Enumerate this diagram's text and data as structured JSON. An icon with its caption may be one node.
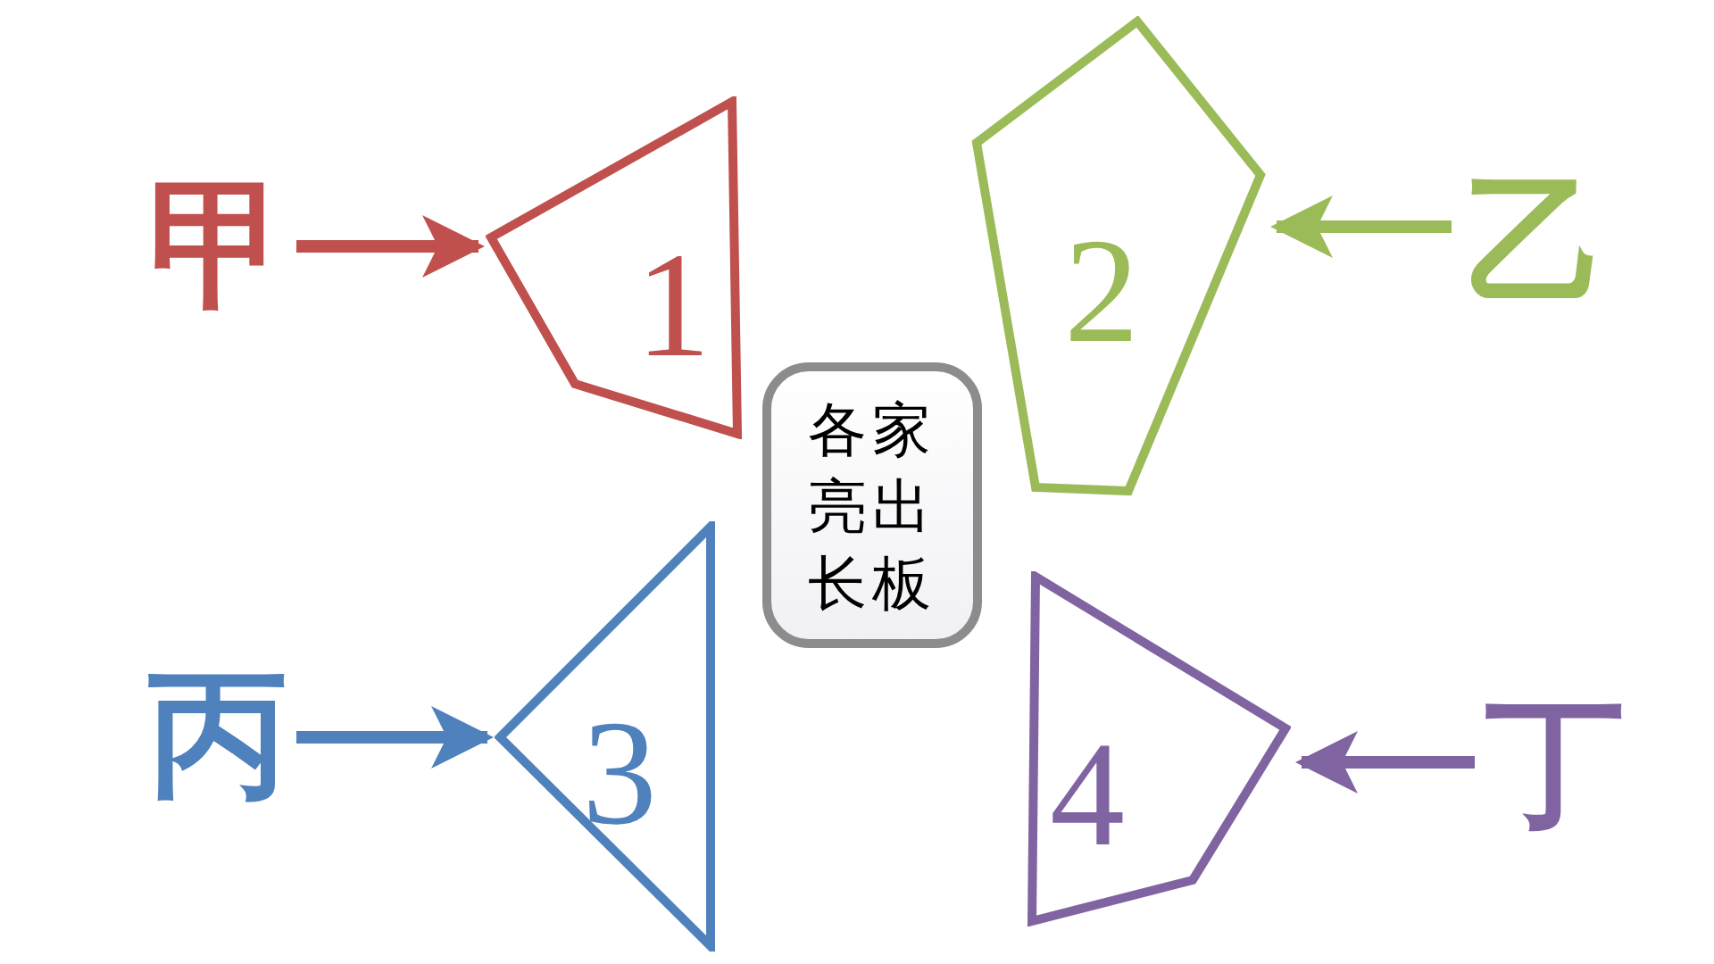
{
  "diagram": {
    "nodes": [
      {
        "text": [
          "甲"
        ]
      },
      {
        "text": [
          "1"
        ]
      },
      {
        "text": [
          "2"
        ]
      },
      {
        "text": [
          "乙"
        ]
      },
      {
        "text": [
          "各家亮出长板"
        ]
      },
      {
        "text": [
          "丙"
        ]
      },
      {
        "text": [
          "3"
        ]
      },
      {
        "text": [
          "4"
        ]
      },
      {
        "text": [
          "丁"
        ]
      }
    ],
    "edges": [
      {
        "from": 0,
        "to": 1,
        "arrow": "to",
        "color": "#c0504d"
      },
      {
        "from": 3,
        "to": 2,
        "arrow": "to",
        "color": "#9bbb59"
      },
      {
        "from": 5,
        "to": 6,
        "arrow": "to",
        "color": "#4f81bd"
      },
      {
        "from": 8,
        "to": 7,
        "arrow": "to",
        "color": "#8064a2"
      }
    ]
  }
}
